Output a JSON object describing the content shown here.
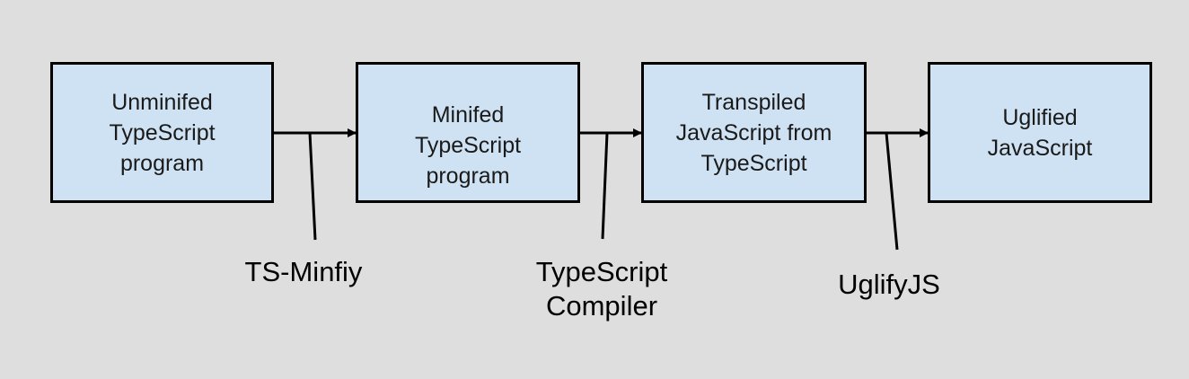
{
  "diagram": {
    "background_color": "#dedede",
    "box_fill_color": "#cfe2f3",
    "stroke_color": "#000000",
    "nodes": [
      {
        "id": "unminified-ts",
        "text": "Unminifed\nTypeScript\nprogram"
      },
      {
        "id": "minified-ts",
        "text": "Minifed\nTypeScript\nprogram"
      },
      {
        "id": "transpiled-js",
        "text": "Transpiled\nJavaScript from\nTypeScript"
      },
      {
        "id": "uglified-js",
        "text": "Uglified\nJavaScript"
      }
    ],
    "edges": [
      {
        "from": "unminified-ts",
        "to": "minified-ts",
        "tool": "TS-Minfiy"
      },
      {
        "from": "minified-ts",
        "to": "transpiled-js",
        "tool": "TypeScript\nCompiler"
      },
      {
        "from": "transpiled-js",
        "to": "uglified-js",
        "tool": "UglifyJS"
      }
    ]
  }
}
